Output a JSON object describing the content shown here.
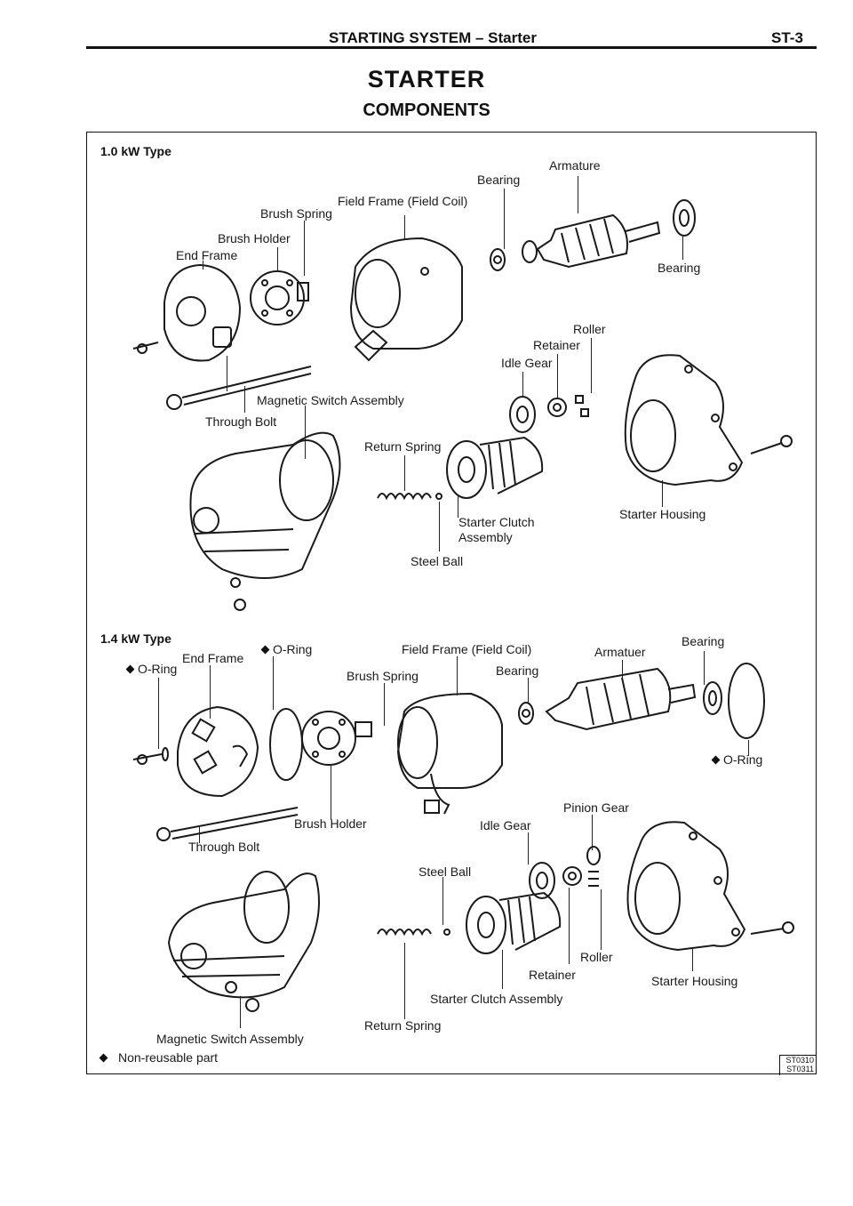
{
  "header": {
    "section": "STARTING SYSTEM – Starter",
    "page": "ST-3"
  },
  "title": "STARTER",
  "subtitle": "COMPONENTS",
  "type_1": {
    "heading": "1.0 kW Type",
    "labels": {
      "armature": "Armature",
      "bearing_top": "Bearing",
      "field_frame": "Field Frame (Field Coil)",
      "brush_spring": "Brush Spring",
      "brush_holder": "Brush Holder",
      "end_frame": "End Frame",
      "bearing_right": "Bearing",
      "roller": "Roller",
      "retainer": "Retainer",
      "idle_gear": "Idle Gear",
      "magnetic_switch": "Magnetic Switch Assembly",
      "through_bolt": "Through Bolt",
      "return_spring": "Return Spring",
      "starter_clutch_1": "Starter Clutch",
      "starter_clutch_2": "Assembly",
      "starter_housing": "Starter Housing",
      "steel_ball": "Steel Ball"
    }
  },
  "type_2": {
    "heading": "1.4 kW Type",
    "labels": {
      "oring_top": "O-Ring",
      "field_frame": "Field Frame (Field Coil)",
      "armatuer": "Armatuer",
      "bearing_right": "Bearing",
      "end_frame": "End Frame",
      "brush_spring": "Brush Spring",
      "bearing_mid": "Bearing",
      "oring_left": "O-Ring",
      "oring_right": "O-Ring",
      "pinion_gear": "Pinion Gear",
      "brush_holder": "Brush Holder",
      "idle_gear": "Idle Gear",
      "through_bolt": "Through Bolt",
      "steel_ball": "Steel Ball",
      "roller": "Roller",
      "retainer": "Retainer",
      "starter_housing": "Starter Housing",
      "starter_clutch": "Starter Clutch Assembly",
      "return_spring": "Return Spring",
      "magnetic_switch": "Magnetic Switch Assembly"
    }
  },
  "legend": "Non-reusable part",
  "figure_codes": [
    "ST0310",
    "ST0311"
  ]
}
